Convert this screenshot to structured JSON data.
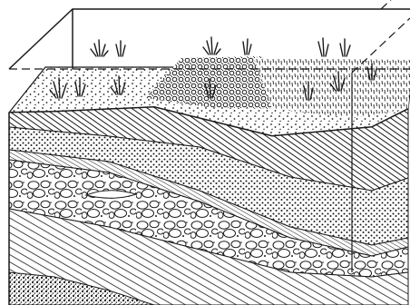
{
  "diagram": {
    "type": "geological block diagram (stratigraphic cross-section)",
    "colors": {
      "ink": "#1a1a1a",
      "paper": "#ffffff"
    },
    "surface_patterns": [
      "sand-dots",
      "fine-gravel-dots",
      "vertical-grass-strokes"
    ],
    "cross_section_layers": [
      {
        "pattern": "diagonal-hatch-dense"
      },
      {
        "pattern": "sand-dots"
      },
      {
        "pattern": "diagonal-hatch-fine"
      },
      {
        "pattern": "pebbles-cobbles"
      },
      {
        "pattern": "diagonal-hatch-coarse"
      },
      {
        "pattern": "speckled-gravel"
      }
    ],
    "icons": [
      "grass-tuft-icon"
    ]
  }
}
